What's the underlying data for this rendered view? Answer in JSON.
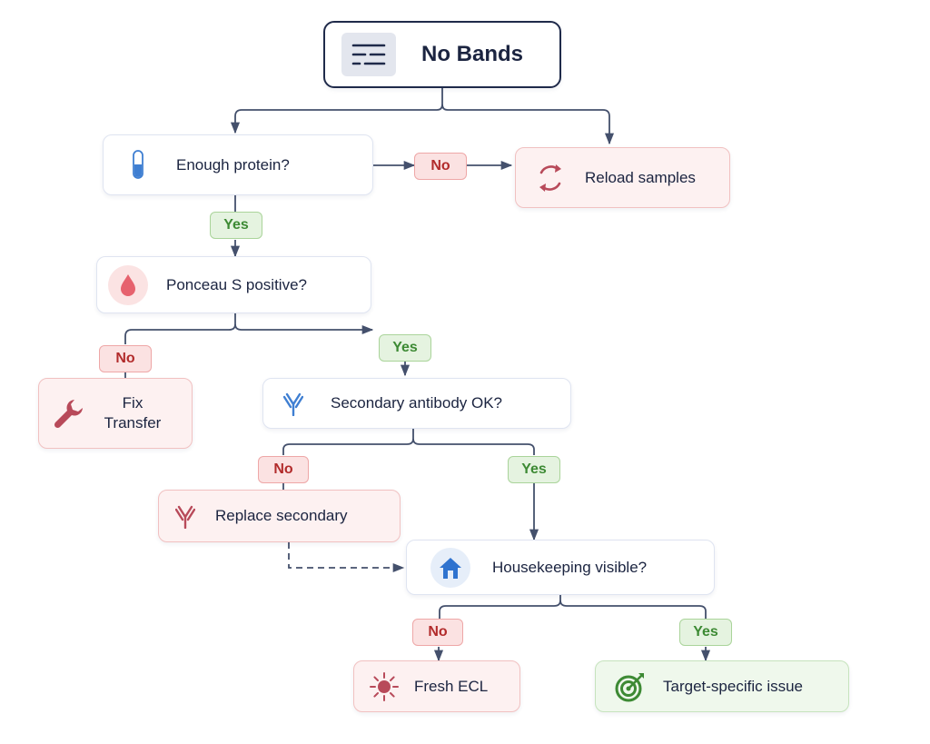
{
  "nodes": {
    "start": "No Bands",
    "enough_protein": "Enough protein?",
    "reload_samples": "Reload samples",
    "ponceau": "Ponceau S positive?",
    "fix_transfer_line1": "Fix",
    "fix_transfer_line2": "Transfer",
    "secondary_ok": "Secondary antibody OK?",
    "replace_secondary": "Replace secondary",
    "housekeeping": "Housekeeping visible?",
    "fresh_ecl": "Fresh ECL",
    "target_issue": "Target-specific issue"
  },
  "badges": {
    "no_label": "No",
    "yes_label": "Yes"
  },
  "icons": {
    "start": "blot-bands-icon",
    "enough_protein": "test-tube-icon",
    "reload_samples": "reload-arrows-icon",
    "ponceau": "droplet-icon",
    "fix_transfer": "wrench-icon",
    "secondary_ok": "antibody-icon",
    "replace_secondary": "antibody-icon",
    "housekeeping": "house-icon",
    "fresh_ecl": "sun-burst-icon",
    "target_issue": "target-icon"
  },
  "colors": {
    "edge": "#44506c",
    "no_fill": "#fbe2e2",
    "no_text": "#b22b2b",
    "yes_fill": "#e5f3e0",
    "yes_text": "#3d8a34",
    "red_node": "#fdf1f1",
    "green_node": "#eff8ec"
  }
}
